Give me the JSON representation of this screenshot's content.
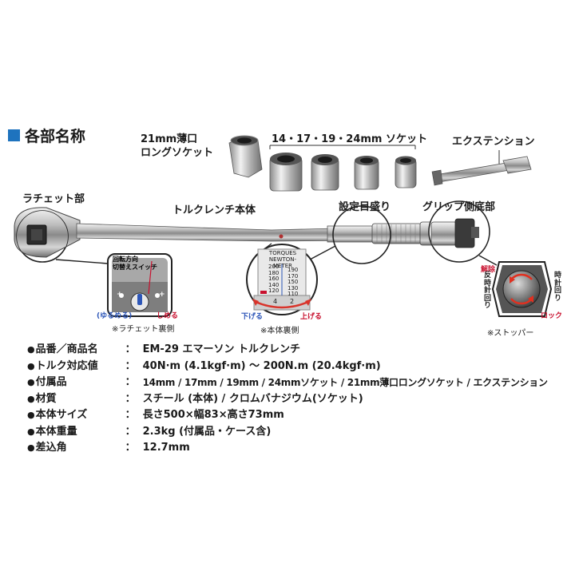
{
  "section": {
    "title": "各部名称"
  },
  "labels": {
    "thin_socket": [
      "21mm薄口",
      "ロングソケット"
    ],
    "sockets": "14・17・19・24mm ソケット",
    "extension": "エクステンション",
    "ratchet": "ラチェット部",
    "body": "トルクレンチ本体",
    "scale": "設定目盛り",
    "grip": "グリップ側底部"
  },
  "ratchet_inset": {
    "title": [
      "回転方向",
      "切替えスイッチ"
    ],
    "loosen": "(ゆるめる)",
    "tighten": "しめる",
    "note": "※ラチェット裏側"
  },
  "scale_inset": {
    "header": [
      "TORQUES",
      "NEWTON-METER"
    ],
    "left_numbers": [
      "200",
      "180",
      "160",
      "140",
      "120"
    ],
    "right_numbers": [
      "190",
      "170",
      "150",
      "130",
      "110"
    ],
    "down": "下げる",
    "up": "上げる",
    "dial_numbers": [
      "4",
      "2"
    ],
    "note": "※本体裏側"
  },
  "stopper_inset": {
    "release": "解除",
    "counter": [
      "反",
      "時",
      "計",
      "回",
      "り"
    ],
    "clockwise": [
      "時",
      "計",
      "回",
      "り"
    ],
    "lock": "ロック",
    "note": "※ストッパー"
  },
  "specs": [
    {
      "key": "品番／商品名",
      "value": "EM-29 エマーソン トルクレンチ"
    },
    {
      "key": "トルク対応値",
      "value": "40N·m (4.1kgf·m) ～ 200N.m (20.4kgf·m)"
    },
    {
      "key": "付属品",
      "value": "14mm / 17mm / 19mm / 24mmソケット / 21mm薄口ロングソケット / エクステンション"
    },
    {
      "key": "材質",
      "value": "スチール (本体) / クロムバナジウム(ソケット)"
    },
    {
      "key": "本体サイズ",
      "value": "長さ500×幅83×高さ73mm"
    },
    {
      "key": "本体重量",
      "value": "2.3kg (付属品・ケース含)"
    },
    {
      "key": "差込角",
      "value": "12.7mm"
    }
  ],
  "symbols": {
    "bullet": "●",
    "colon": "：",
    "plus": "+"
  },
  "colors": {
    "accent_blue": "#1e73be",
    "arrow_red": "#d9342b",
    "label_red": "#c8102e",
    "stopper_red": "#e03020"
  }
}
